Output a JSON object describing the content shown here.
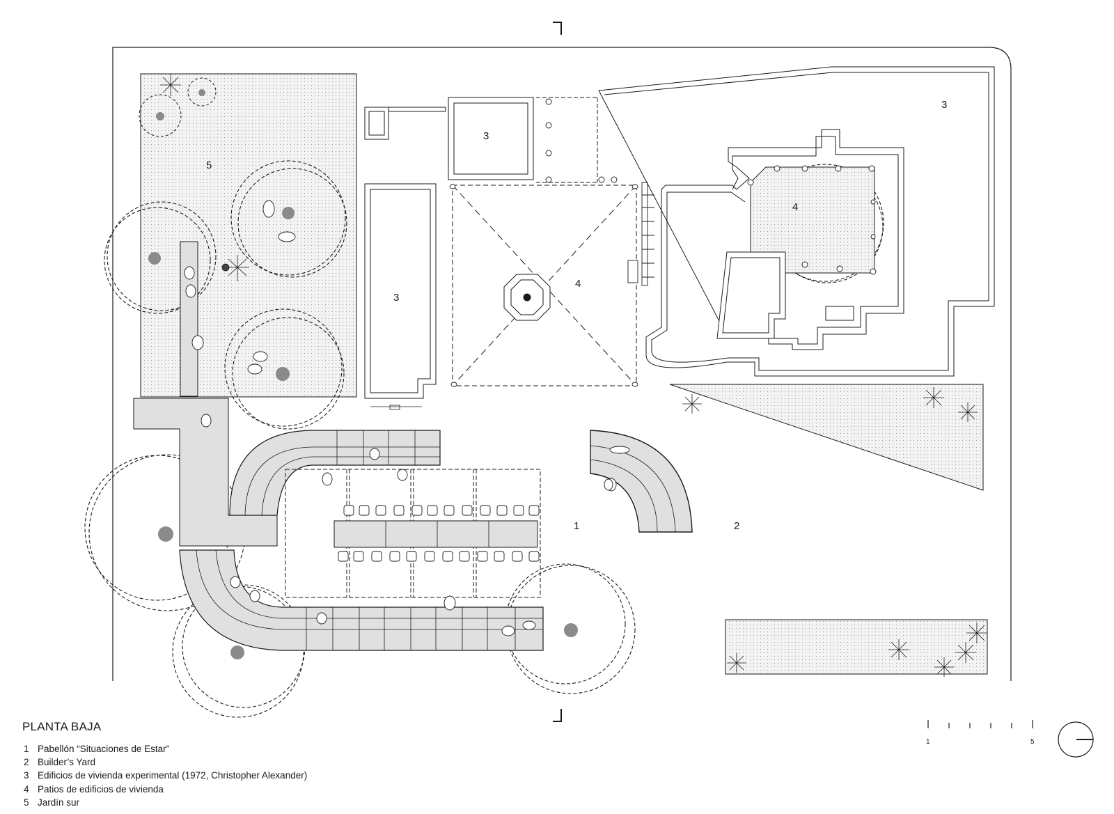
{
  "plan": {
    "title": "PLANTA BAJA",
    "legend": [
      {
        "num": "1",
        "text": "Pabellón “Situaciones de Estar”"
      },
      {
        "num": "2",
        "text": "Builder’s Yard"
      },
      {
        "num": "3",
        "text": "Edificios de vivienda experimental (1972, Christopher Alexander)"
      },
      {
        "num": "4",
        "text": "Patios de  edificios de vivienda"
      },
      {
        "num": "5",
        "text": "Jardín sur"
      }
    ],
    "labels": {
      "housing_northeast": "3",
      "housing_center_north": "3",
      "housing_west": "3",
      "courtyard_center": "4",
      "courtyard_east": "4",
      "garden_south": "5",
      "pavilion": "1",
      "builders_yard": "2"
    },
    "scale": {
      "start_label": "1",
      "end_label": "5"
    },
    "colors": {
      "line": "#1a1a1a",
      "hatch_fill": "#f0f0f0",
      "bench_fill": "#e0e0e0",
      "trunk": "#8a8a8a"
    }
  }
}
